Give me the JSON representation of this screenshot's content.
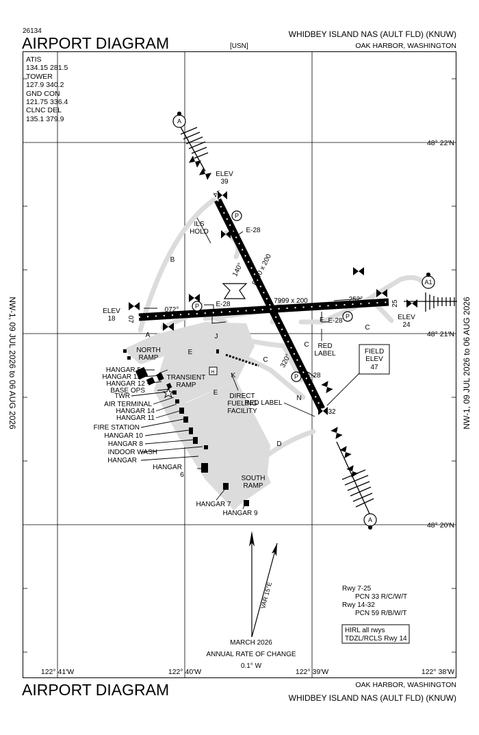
{
  "chart_number": "26134",
  "title": "AIRPORT DIAGRAM",
  "service_tag": "[USN]",
  "airport_name": "WHIDBEY ISLAND NAS (AULT FLD) (KNUW)",
  "location": "OAK HARBOR, WASHINGTON",
  "validity": "NW-1, 09 JUL 2026  to  06 AUG 2026",
  "frequencies": [
    "ATIS",
    "134.15  281.5",
    "TOWER",
    "127.9  340.2",
    "GND CON",
    "121.75  336.4",
    "CLNC DEL",
    "135.1  379.9"
  ],
  "latitudes": [
    "48° 22'N",
    "48° 21'N",
    "48° 20'N"
  ],
  "longitudes": [
    "122° 41'W",
    "122° 40'W",
    "122° 39'W",
    "122° 38'W"
  ],
  "runways": {
    "rwy_7": "07",
    "rwy_25": "25",
    "rwy_14": "14",
    "rwy_32": "32",
    "dim_7_25": "7999 x 200",
    "dim_14_32": "8000 x 200",
    "hdg_072": "072°",
    "hdg_252": "252°",
    "hdg_140": "140°",
    "hdg_320": "320°",
    "arresting": "E-28"
  },
  "elevations": {
    "elev_14_l1": "ELEV",
    "elev_14_l2": "39",
    "elev_7_l1": "ELEV",
    "elev_7_l2": "18",
    "elev_25_l1": "ELEV",
    "elev_25_l2": "24",
    "field_l1": "FIELD",
    "field_l2": "ELEV",
    "field_l3": "47"
  },
  "taxiways": [
    "A",
    "B",
    "C",
    "D",
    "E",
    "J",
    "K",
    "N",
    "F"
  ],
  "labels": {
    "ils_hold_1": "ILS",
    "ils_hold_2": "HOLD",
    "red_label": "RED LABEL",
    "red_label_1": "RED",
    "red_label_2": "LABEL",
    "north_ramp_1": "NORTH",
    "north_ramp_2": "RAMP",
    "transient_1": "TRANSIENT",
    "transient_2": "RAMP",
    "south_ramp_1": "SOUTH",
    "south_ramp_2": "RAMP",
    "direct_1": "DIRECT",
    "direct_2": "FUELING",
    "direct_3": "FACILITY",
    "hangar_6_1": "HANGAR",
    "hangar_6_2": "6",
    "hangar_7": "HANGAR 7",
    "hangar_9": "HANGAR 9",
    "parking": "P",
    "helipad": "H",
    "approach_a": "A",
    "approach_a1": "A1"
  },
  "facilities": [
    "HANGAR 5",
    "HANGAR 15",
    "HANGAR 12",
    "BASE OPS",
    "TWR",
    "AIR TERMINAL",
    "HANGAR 14",
    "HANGAR 11",
    "FIRE STATION",
    "HANGAR 10",
    "HANGAR 8",
    "INDOOR WASH",
    "HANGAR"
  ],
  "magnetic_variation": "VAR 15°E",
  "annual_change": [
    "MARCH 2026",
    "ANNUAL RATE OF CHANGE",
    "0.1° W"
  ],
  "pcn": [
    "Rwy 7-25",
    "PCN 33 R/C/W/T",
    "Rwy 14-32",
    "PCN 59 R/B/W/T"
  ],
  "lighting": [
    "HIRL all rwys",
    "TDZL/RCLS Rwy 14"
  ],
  "colors": {
    "ink": "#000000",
    "pavement": "#dcdcdc",
    "paper": "#ffffff"
  }
}
